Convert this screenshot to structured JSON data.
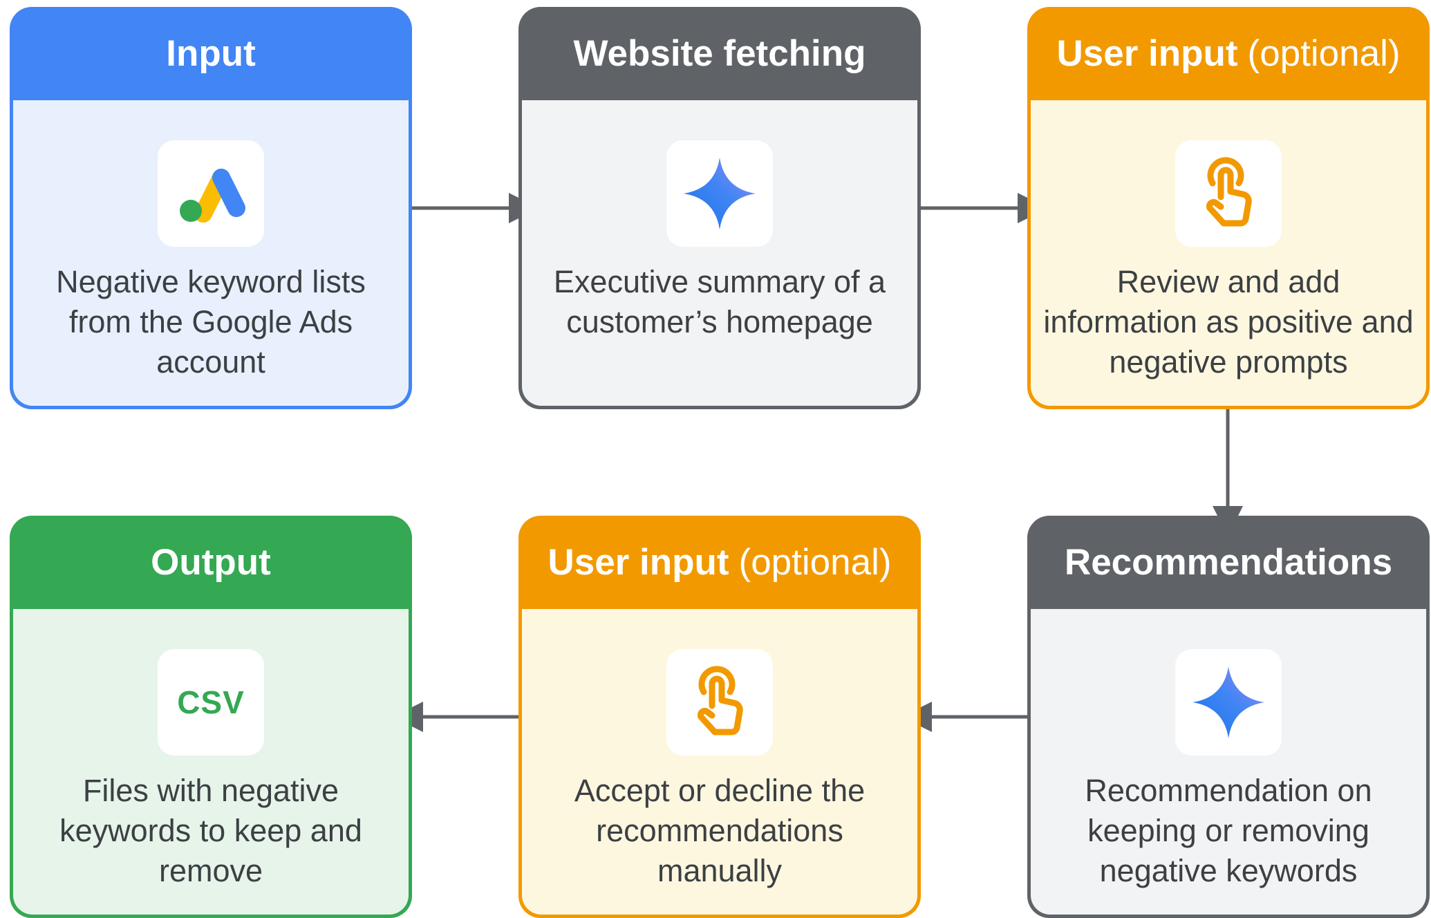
{
  "steps": [
    {
      "title": "Input",
      "optional_label": "",
      "text": "Negative keyword lists from the Google Ads account",
      "icon": "google-ads-logo",
      "color": "#4285f4"
    },
    {
      "title": "Website fetching",
      "optional_label": "",
      "text": "Executive summary of a customer’s homepage",
      "icon": "gemini-sparkle-icon",
      "color": "#5f6368"
    },
    {
      "title": "User input",
      "optional_label": "(optional)",
      "text": "Review and add information as positive and negative prompts",
      "icon": "hand-tap-icon",
      "color": "#f29900"
    },
    {
      "title": "Recommendations",
      "optional_label": "",
      "text": "Recommendation on keeping or removing negative keywords",
      "icon": "gemini-sparkle-icon",
      "color": "#5f6368"
    },
    {
      "title": "User input",
      "optional_label": "(optional)",
      "text": "Accept or decline the recommendations manually",
      "icon": "hand-tap-icon",
      "color": "#f29900"
    },
    {
      "title": "Output",
      "optional_label": "",
      "text": "Files with negative keywords to keep and remove",
      "icon": "csv-file-icon",
      "icon_text": "CSV",
      "color": "#34a853"
    }
  ],
  "connector_color": "#5f6368"
}
